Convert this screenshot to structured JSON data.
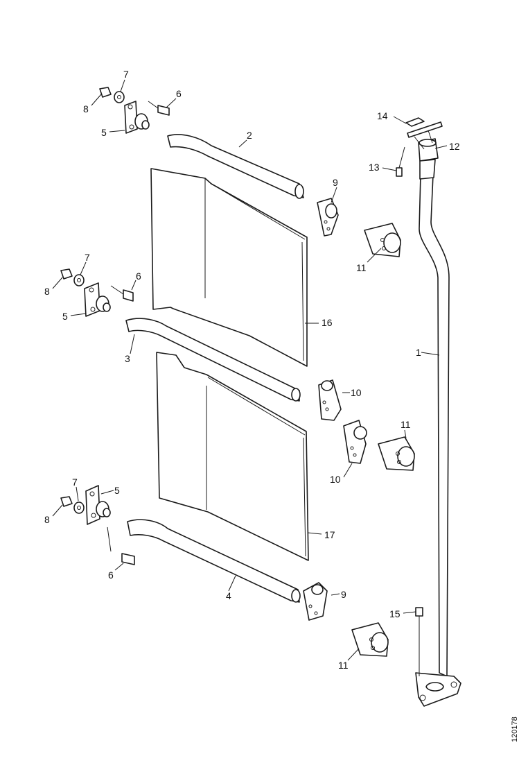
{
  "diagram": {
    "parts": [
      {
        "id": "frame-tube",
        "label": "1"
      },
      {
        "id": "upper-rail",
        "label": "2"
      },
      {
        "id": "middle-rail",
        "label": "3"
      },
      {
        "id": "lower-rail",
        "label": "4"
      },
      {
        "id": "bracket-upper",
        "label": "5"
      },
      {
        "id": "bracket-middle",
        "label": "5"
      },
      {
        "id": "bracket-lower",
        "label": "5"
      },
      {
        "id": "bolt-upper",
        "label": "6"
      },
      {
        "id": "bolt-middle",
        "label": "6"
      },
      {
        "id": "bolt-lower",
        "label": "6"
      },
      {
        "id": "washer-upper",
        "label": "7"
      },
      {
        "id": "washer-middle",
        "label": "7"
      },
      {
        "id": "washer-lower",
        "label": "7"
      },
      {
        "id": "nut-upper",
        "label": "8"
      },
      {
        "id": "nut-middle",
        "label": "8"
      },
      {
        "id": "nut-lower",
        "label": "8"
      },
      {
        "id": "end-cap-upper",
        "label": "9"
      },
      {
        "id": "end-cap-lower",
        "label": "9"
      },
      {
        "id": "end-cap-middle-a",
        "label": "10"
      },
      {
        "id": "end-cap-middle-b",
        "label": "10"
      },
      {
        "id": "clamp-upper",
        "label": "11"
      },
      {
        "id": "clamp-middle",
        "label": "11"
      },
      {
        "id": "clamp-lower",
        "label": "11"
      },
      {
        "id": "top-fitting",
        "label": "12"
      },
      {
        "id": "top-screw",
        "label": "13"
      },
      {
        "id": "top-plate",
        "label": "14"
      },
      {
        "id": "foot-bolt",
        "label": "15"
      },
      {
        "id": "upper-panel",
        "label": "16"
      },
      {
        "id": "lower-panel",
        "label": "17"
      }
    ],
    "reference_code": "120178"
  }
}
